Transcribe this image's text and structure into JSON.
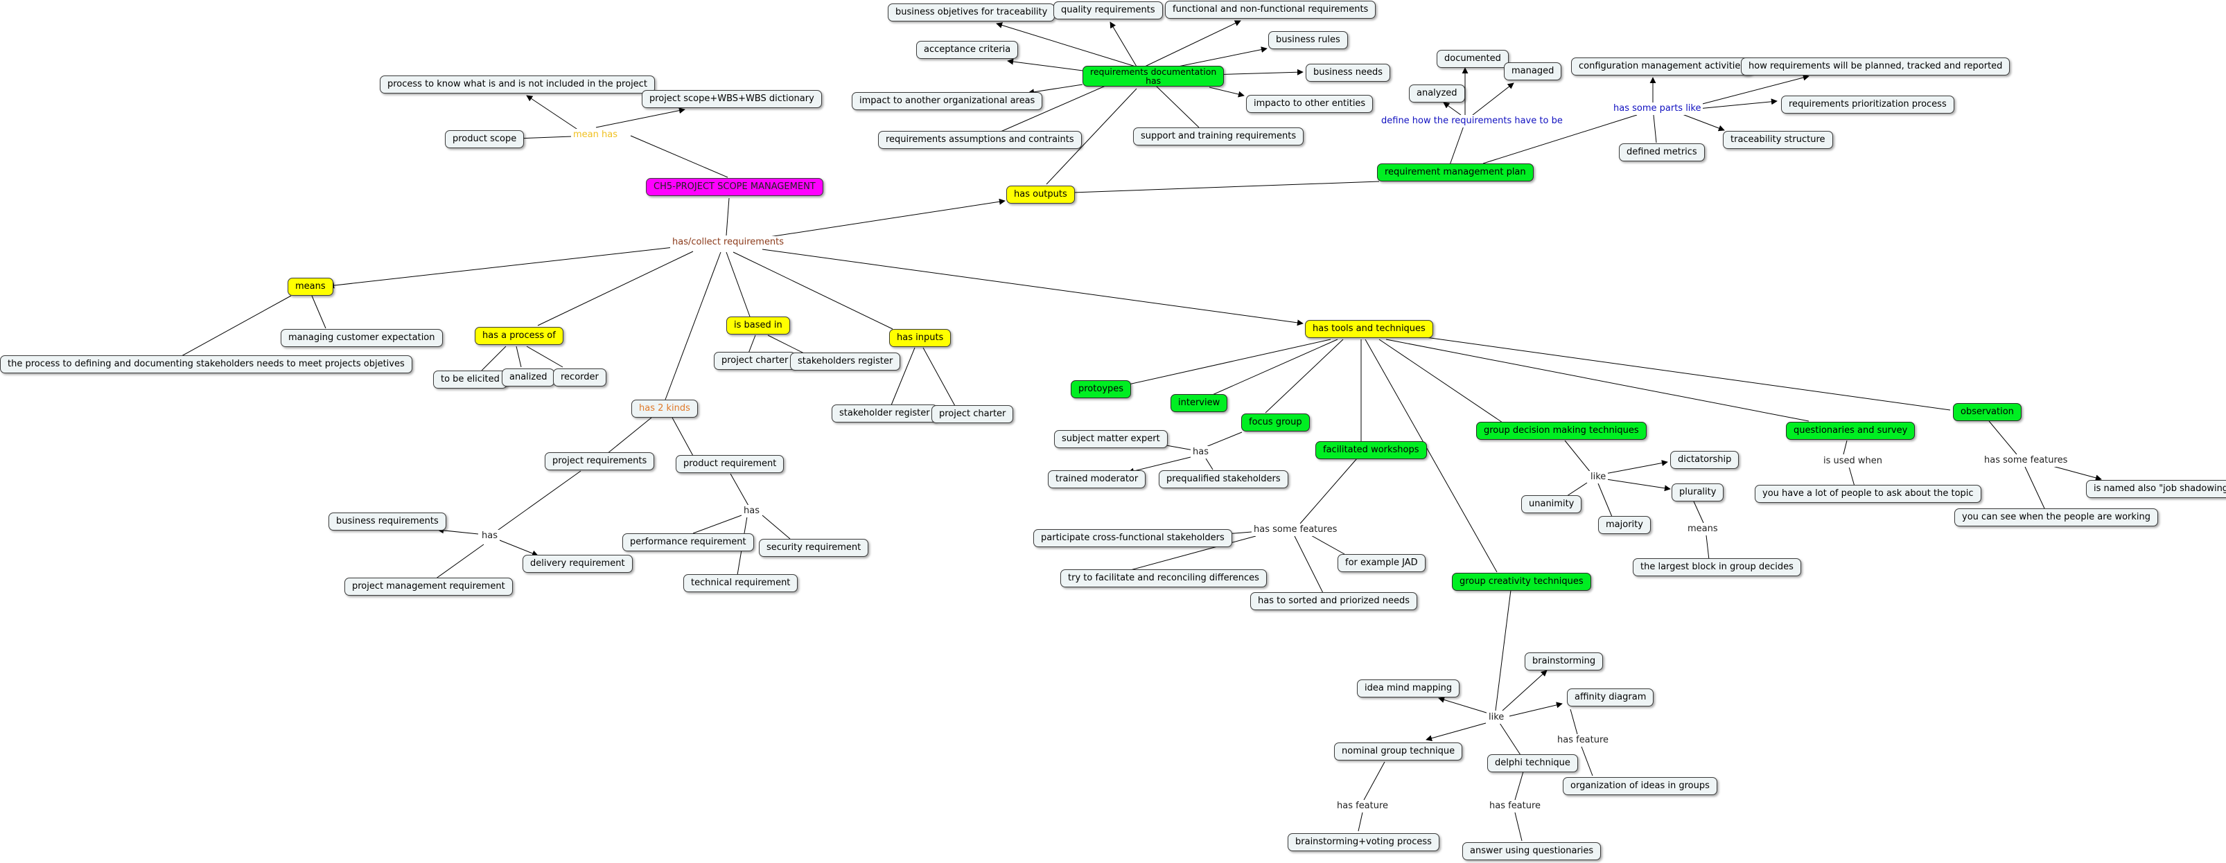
{
  "nodes": {
    "root": "CH5-PROJECT SCOPE MANAGEMENT",
    "process_know": "process to know what is and is not included in the project",
    "scope_wbs": "project scope+WBS+WBS dictionary",
    "product_scope": "product scope",
    "has_outputs": "has outputs",
    "means": "means",
    "process_defining": "the process to defining and documenting stakeholders needs to meet projects objetives",
    "managing_expectation": "managing customer expectation",
    "has_process_of": "has a process of",
    "to_be_elicited": "to be elicited",
    "analized": "analized",
    "recorder": "recorder",
    "is_based_in": "is based in",
    "project_charter_1": "project charter",
    "stakeholders_register_1": "stakeholders register",
    "has_inputs": "has inputs",
    "stakeholder_register_2": "stakeholder register",
    "project_charter_2": "project charter",
    "has_2_kinds": "has 2 kinds",
    "project_requirements": "project requirements",
    "product_requirement": "product requirement",
    "business_requirements": "business requirements",
    "delivery_requirement": "delivery requirement",
    "pm_requirement": "project management requirement",
    "performance_requirement": "performance requirement",
    "security_requirement": "security requirement",
    "technical_requirement": "technical requirement",
    "req_doc": "requirements documentation\nhas",
    "business_objetives": "business objetives for traceability",
    "quality_req": "quality requirements",
    "functional_req": "functional and non-functional requirements",
    "acceptance_criteria": "acceptance criteria",
    "business_rules": "business rules",
    "business_needs": "business needs",
    "impact_org": "impact to another organizational areas",
    "impact_entities": "impacto to other entities",
    "assumptions": "requirements assumptions and contraints",
    "support_training": "support and training requirements",
    "rmp": "requirement management plan",
    "documented": "documented",
    "managed": "managed",
    "analyzed": "analyzed",
    "config_mgmt": "configuration management activities",
    "how_req": "how requirements will be planned, tracked and reported",
    "prioritization": "requirements prioritization process",
    "defined_metrics": "defined metrics",
    "traceability_structure": "traceability structure",
    "tools": "has tools and techniques",
    "prototypes": "protoypes",
    "interview": "interview",
    "focus_group": "focus group",
    "subject_expert": "subject matter expert",
    "trained_moderator": "trained moderator",
    "prequalified": "prequalified stakeholders",
    "facilitated_workshops": "facilitated workshops",
    "participate": "participate cross-functional stakeholders",
    "try_facilitate": "try to facilitate and reconciling differences",
    "for_example_jad": "for example JAD",
    "sorted": "has to sorted and priorized needs",
    "group_decision": "group decision making techniques",
    "dictatorship": "dictatorship",
    "unanimity": "unanimity",
    "majority": "majority",
    "plurality": "plurality",
    "largest_block": "the largest block in group decides",
    "questionaries": "questionaries and survey",
    "lot_of_people": "you have a lot of people to ask about the topic",
    "observation": "observation",
    "job_shadowing": "is named also \"job shadowing\"",
    "see_people": "you can see when the people are working",
    "creativity": "group creativity techniques",
    "brainstorming": "brainstorming",
    "idea_mind": "idea mind mapping",
    "affinity": "affinity diagram",
    "nominal": "nominal group technique",
    "delphi": "delphi technique",
    "organization_ideas": "organization of ideas in groups",
    "brainstorm_voting": "brainstorming+voting process",
    "answer_questionaries": "answer using questionaries"
  },
  "links": {
    "mean_has": "mean  has",
    "collect": "has/collect requirements",
    "has_kinds": "has",
    "has_product": "has",
    "define_how": "define how the requirements have to be",
    "parts_like": "has some parts like",
    "has_focus": "has",
    "workshop_features": "has some features",
    "like_decision": "like",
    "means_plurality": "means",
    "used_when": "is used when",
    "obs_features": "has some features",
    "like_creativity": "like",
    "affinity_feature": "has feature",
    "nominal_feature": "has feature",
    "delphi_feature": "has feature"
  },
  "colors": {
    "green": "#00ee22",
    "yellow": "#ffff00",
    "magenta": "#ff00ff",
    "node_bg": "#eef4f5",
    "link_brown": "#8b3a1a",
    "link_gold": "#f0c020",
    "link_blue": "#1010c0"
  }
}
